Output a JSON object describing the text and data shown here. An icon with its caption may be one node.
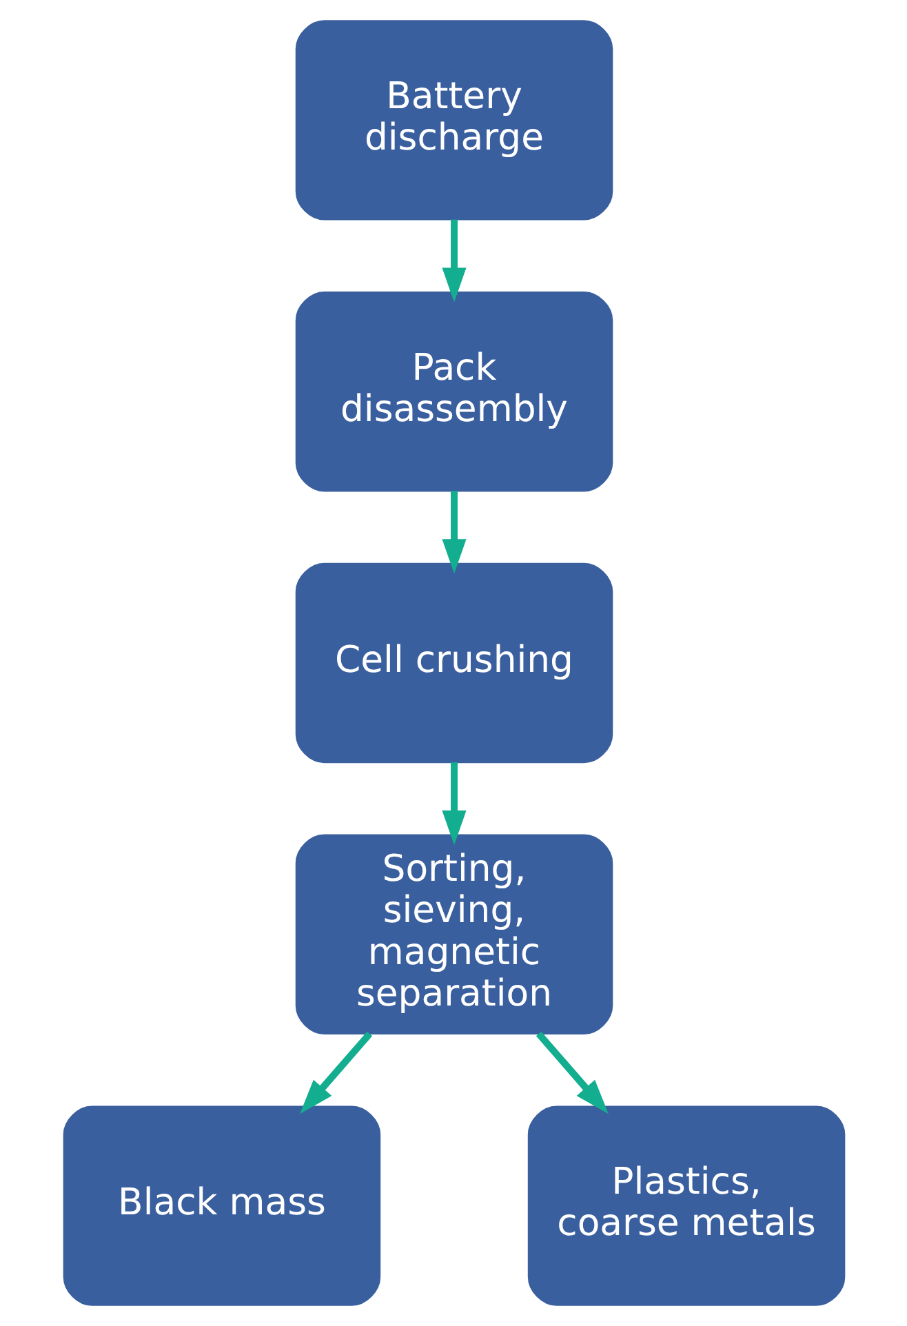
{
  "diagram": {
    "nodes": [
      {
        "text": [
          "Battery discharge"
        ]
      },
      {
        "text": [
          "Pack disassembly"
        ]
      },
      {
        "text": [
          "Cell crushing"
        ]
      },
      {
        "text": [
          "Sorting, sieving, magnetic separation"
        ]
      },
      {
        "text": [
          "Black mass"
        ]
      },
      {
        "text": [
          "Plastics, coarse metals"
        ]
      }
    ],
    "edges": [
      {
        "from": 0,
        "to": 1,
        "arrow": "to"
      },
      {
        "from": 1,
        "to": 2,
        "arrow": "to"
      },
      {
        "from": 2,
        "to": 3,
        "arrow": "to"
      },
      {
        "from": 3,
        "to": 4,
        "arrow": "to"
      },
      {
        "from": 3,
        "to": 5,
        "arrow": "to"
      }
    ]
  }
}
